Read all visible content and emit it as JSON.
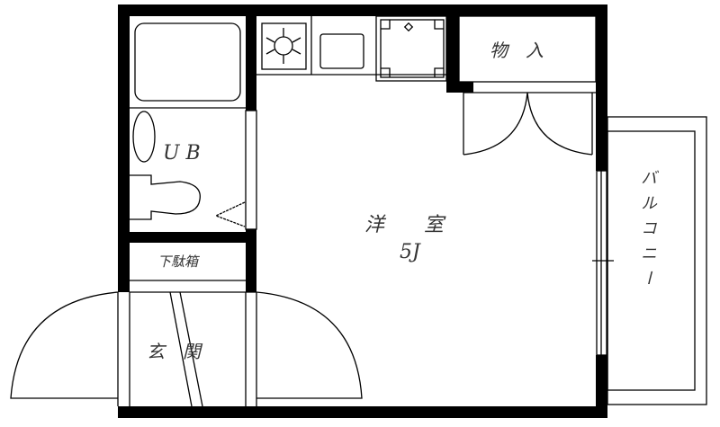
{
  "floorplan": {
    "rooms": {
      "unit_bath": {
        "label": "U  B"
      },
      "western_room": {
        "label": "洋　　室",
        "size": "5J"
      },
      "closet": {
        "label": "物　入"
      },
      "shoe_box": {
        "label": "下駄箱"
      },
      "entrance": {
        "label": "玄　関"
      },
      "balcony": {
        "label": "バルコニー"
      }
    },
    "colors": {
      "wall": "#000000",
      "line": "#000000",
      "background": "#ffffff",
      "text": "#333333"
    }
  }
}
